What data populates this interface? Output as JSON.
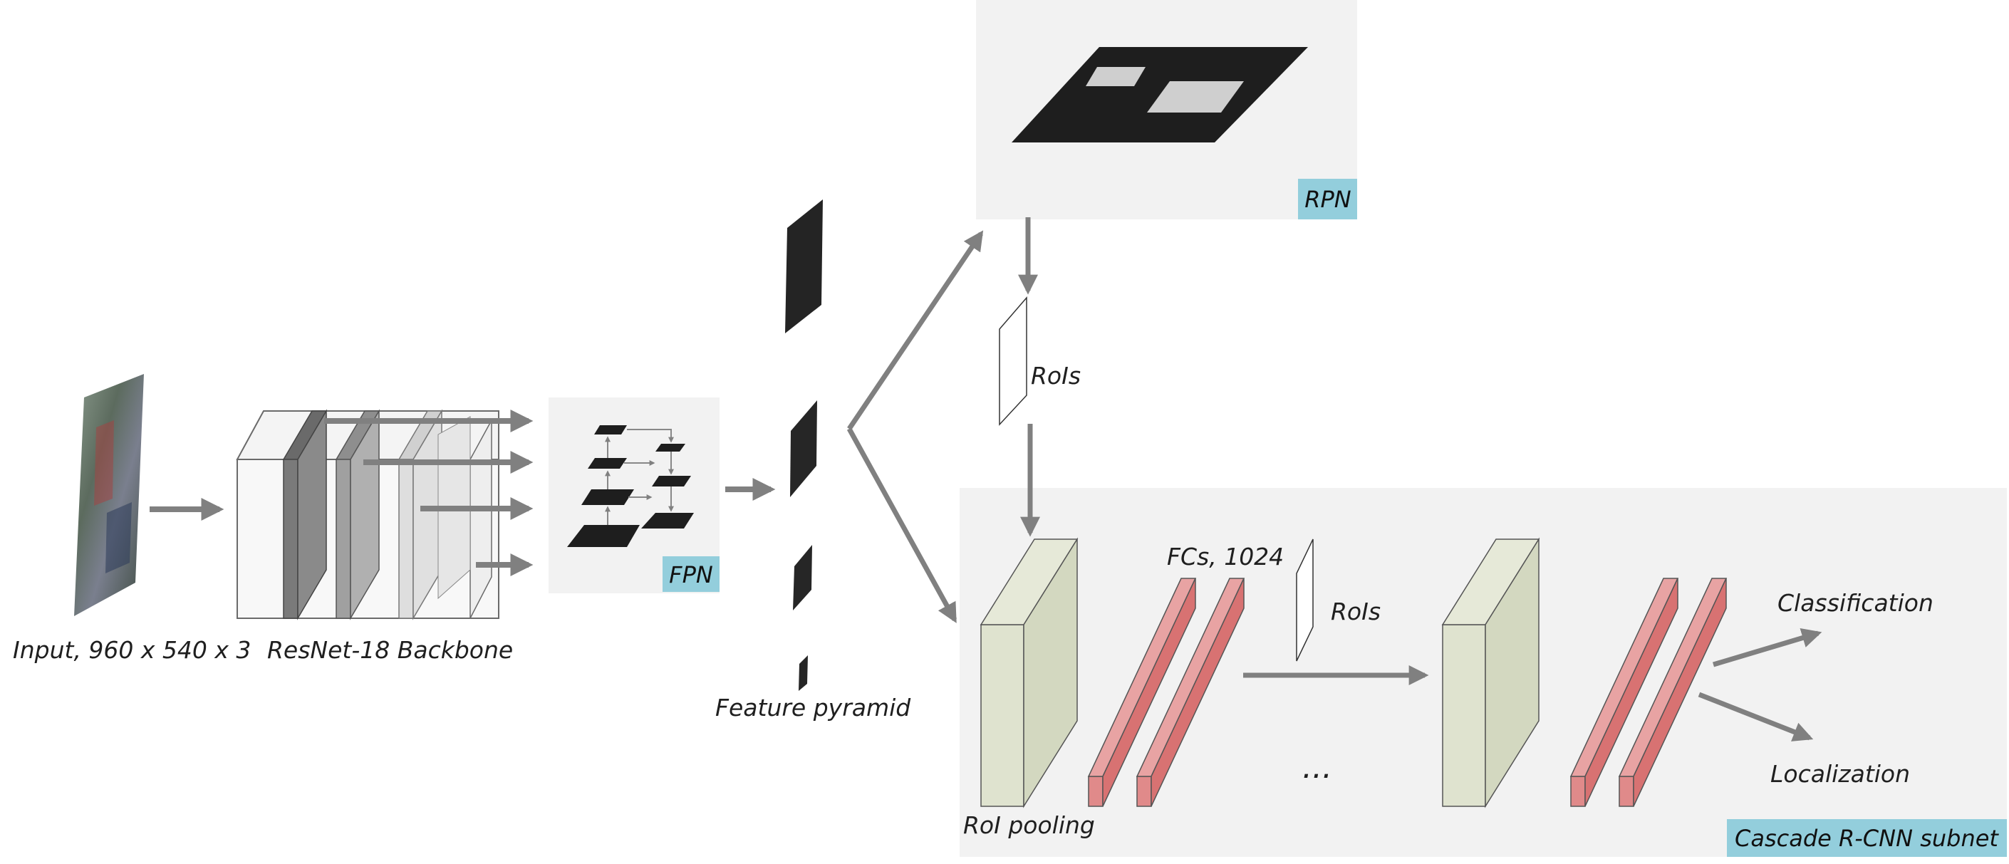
{
  "labels": {
    "input": "Input, 960 x 540 x 3",
    "backbone": "ResNet-18 Backbone",
    "feature_pyramid": "Feature pyramid",
    "rois_top": "RoIs",
    "rois_mid": "RoIs",
    "fcs": "FCs, 1024",
    "roi_pooling": "RoI pooling",
    "classification": "Classification",
    "localization": "Localization",
    "ellipsis": "..."
  },
  "tags": {
    "fpn": "FPN",
    "rpn": "RPN",
    "cascade": "Cascade R-CNN subnet"
  },
  "colors": {
    "tag_bg": "#93cedc",
    "panel_bg": "#f2f2f2",
    "arrow": "#808080",
    "roi_pool_face": "#dfe3cf",
    "fc_face": "#e08a8a",
    "dark_map": "#1e1e1e"
  }
}
